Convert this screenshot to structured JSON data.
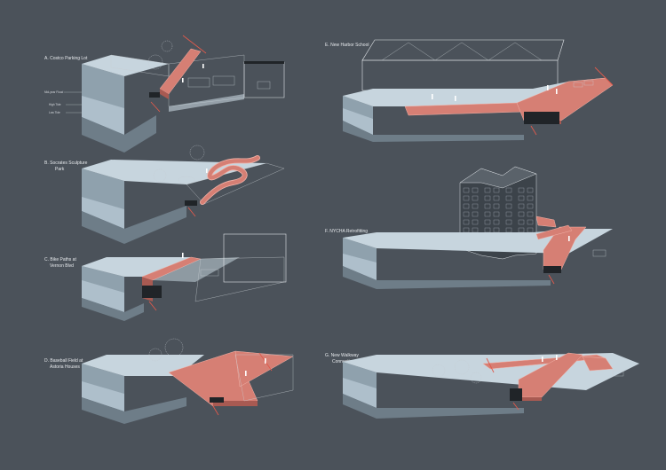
{
  "panels": [
    {
      "id": "A",
      "title_line1": "A. Costco Parking Lot",
      "title_line2": "",
      "levels": [
        "Mid-year Flood",
        "High Tide",
        "Low Tide"
      ]
    },
    {
      "id": "B",
      "title_line1": "B. Socrates Sculpture",
      "title_line2": "Park"
    },
    {
      "id": "C",
      "title_line1": "C. Bike Paths at",
      "title_line2": "Vernon Blvd"
    },
    {
      "id": "D",
      "title_line1": "D. Baseball Field at",
      "title_line2": "Astoria Houses"
    },
    {
      "id": "E",
      "title_line1": "E. New Harbor School",
      "title_line2": ""
    },
    {
      "id": "F",
      "title_line1": "F. NYCHA Retrofitting",
      "title_line2": ""
    },
    {
      "id": "G",
      "title_line1": "G. New Walkway",
      "title_line2": "Connections"
    }
  ],
  "colors": {
    "background": "#4b525a",
    "walkway": "#d67f74",
    "marker": "#e05a4c"
  }
}
